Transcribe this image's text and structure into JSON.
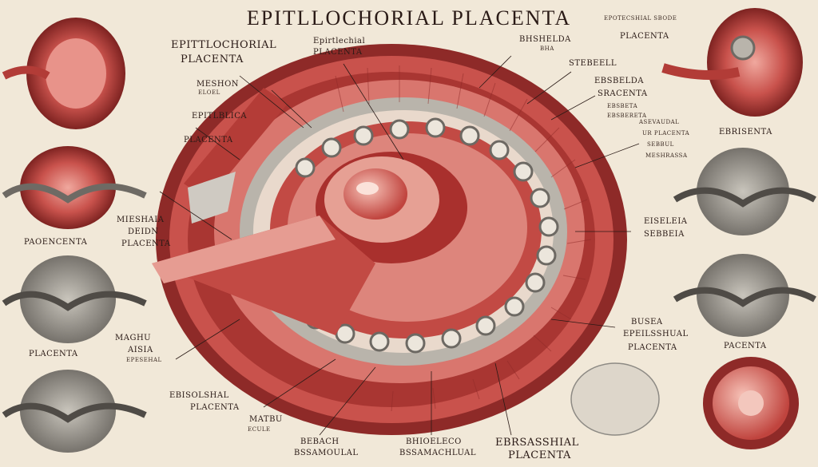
{
  "title": "EPITLLOCHORIAL PLACENTA",
  "colors": {
    "background": "#f1e8d8",
    "tissue_dark": "#8e2a28",
    "tissue_mid": "#c9524c",
    "tissue_light": "#e39a90",
    "gray": "#8d8a84",
    "ink": "#2a1a16"
  },
  "labels": {
    "epit_left": "EPITTLOCHORIAL",
    "epit_left2": "PLACENTA",
    "epit_center": "Epirtlechial",
    "epit_center2": "PLACENTA",
    "meshon": "MESHON",
    "meshon2": "ELOEL",
    "epitl_mid": "EPITLBLICA",
    "epitl_mid2": "PLACENTA",
    "bushda": "BHSHELDA",
    "bushda2": "BHA",
    "stbell": "STEBEELL",
    "esbelda": "EBSBELDA",
    "esbelda2": "SRACENTA",
    "mesia": "MIESHAIA",
    "mesia2": "DEIDN",
    "mesia3": "PLACENTA",
    "placenta_left": "PAOENCENTA",
    "placenta_left2": "PLACENTA",
    "magnu": "MAGHU",
    "magnu2": "AISIA",
    "magnu3": "EPESEHAL",
    "ebisil": "EBISOLSHAL",
    "ebisil2": "PLACENTA",
    "matbu": "MATBU",
    "matbu2": "ECULE",
    "bebach": "BEBACH",
    "bebach2": "BSSAMOULAL",
    "bhioeleco": "BHIOELECO",
    "bhioeleco2": "BSSAMACHLUAL",
    "ebsal": "EBRSASSHIAL",
    "ebsal2": "PLACENTA",
    "busea": "BUSEA",
    "busea2": "EPEILSSHUAL",
    "busea3": "PLACENTA",
    "eiseleia": "EISELEIA",
    "eiseleia2": "SEBBEIA",
    "placenta_right": "PACENTA",
    "epotec": "EPOTECSHIAL SBODE",
    "epotec2": "PLACENTA",
    "ebsbeta": "EBSBETA",
    "ebsbetb": "EBSBERETA",
    "adsavou": "ASEVAUDAL",
    "adsavou2": "UR PLACENTA",
    "adsavou3": "SEBBUL",
    "adsavou4": "MESHRASSA",
    "ebrisenta": "EBRISENTA"
  }
}
